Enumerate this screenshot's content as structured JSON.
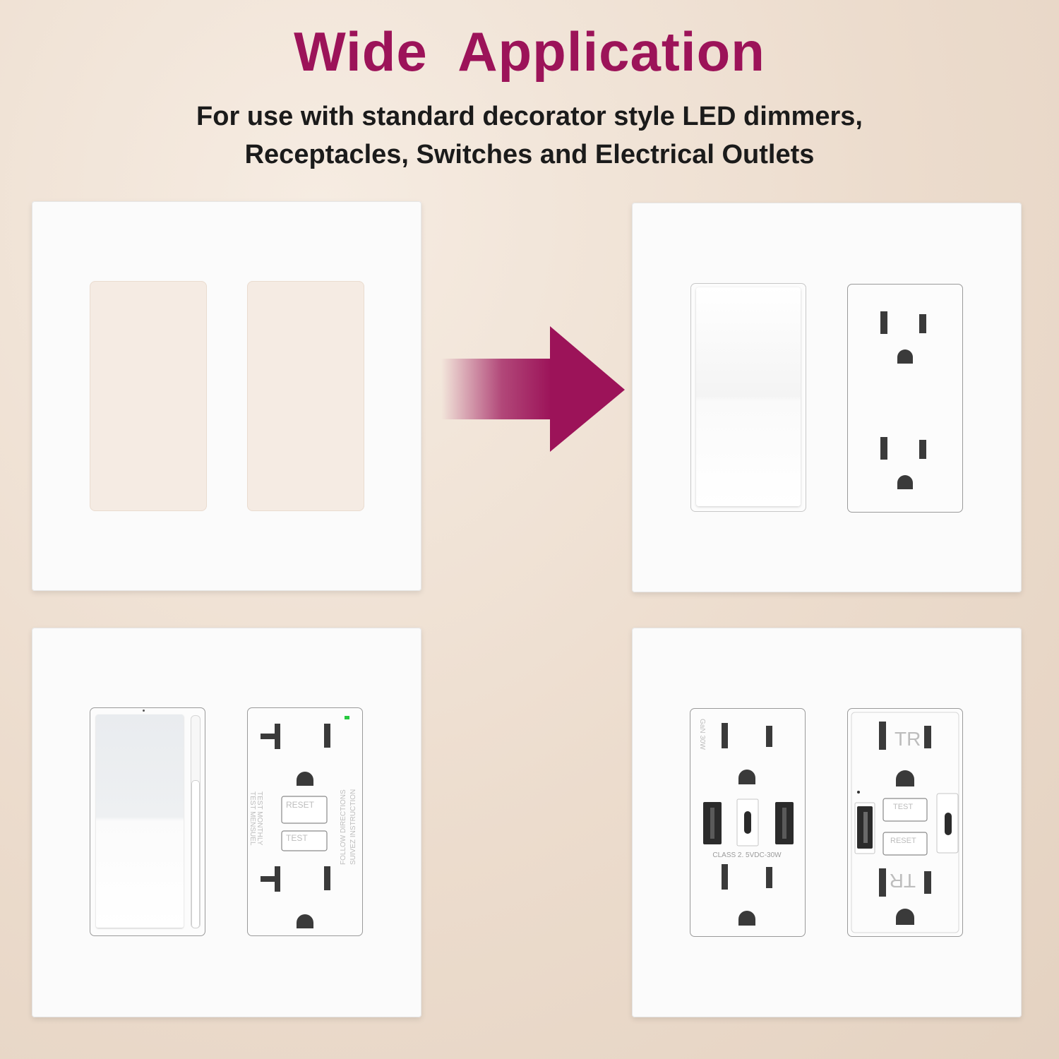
{
  "heading": {
    "title": "Wide  Application",
    "subtitle_line1": "For use with standard decorator style LED dimmers,",
    "subtitle_line2": "Receptacles, Switches and Electrical Outlets"
  },
  "colors": {
    "accent": "#9c1359",
    "text": "#1b1b1b",
    "background": "#ecdccd",
    "plate": "#fbfbfb"
  },
  "gfci_outlet": {
    "reset_label": "RESET",
    "test_label": "TEST",
    "left_print": "TEST MONTHLY",
    "left_print_2": "TEST MENSUEL",
    "right_print": "FOLLOW DIRECTIONS",
    "right_print_2": "SUIVEZ INSTRUCTION"
  },
  "usb_outlet": {
    "gan_label": "GaN 30W",
    "class_label": "CLASS 2.  5VDC-30W"
  },
  "tr_outlet": {
    "tr_top": "TR",
    "tr_bottom": "TR",
    "test_label": "TEST",
    "reset_label": "RESET"
  }
}
